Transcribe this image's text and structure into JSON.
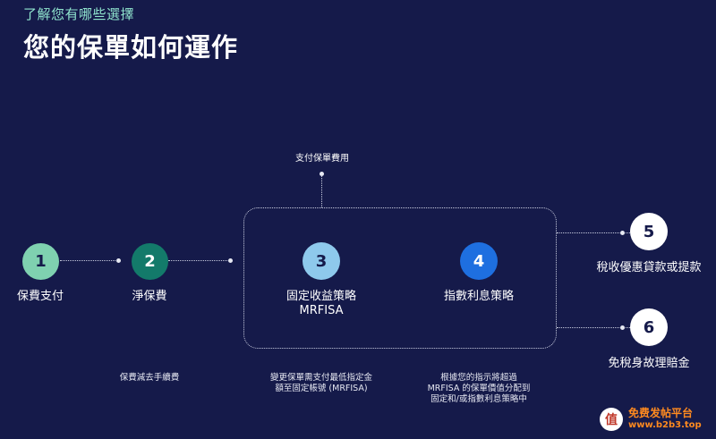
{
  "header": {
    "kicker": "了解您有哪些選擇",
    "title": "您的保單如何運作"
  },
  "flow": {
    "top_label": "支付保單費用",
    "steps": [
      {
        "number": "1",
        "label": "保費支付",
        "color": "#7fd1b0"
      },
      {
        "number": "2",
        "label": "淨保費",
        "color": "#137a6a"
      },
      {
        "number": "3",
        "label": "固定收益策略",
        "sublabel": "MRFISA",
        "color": "#8ec9ec"
      },
      {
        "number": "4",
        "label": "指數利息策略",
        "color": "#1e6fe0"
      },
      {
        "number": "5",
        "label": "稅收優惠貸款或提款",
        "color": "#ffffff"
      },
      {
        "number": "6",
        "label": "免稅身故理賠金",
        "color": "#ffffff"
      }
    ],
    "notes": {
      "net_premium": "保費減去手續費",
      "fixed": [
        "變更保單需支付最低指定金",
        "額至固定帳號 (MRFISA)"
      ],
      "index": [
        "根據您的指示將超過",
        "MRFISA 的保單價值分配到",
        "固定和/或指數利息策略中"
      ]
    }
  },
  "watermark": {
    "icon_glyph": "值",
    "line1": "免费发帖平台",
    "line2": "www.b2b3.top"
  }
}
